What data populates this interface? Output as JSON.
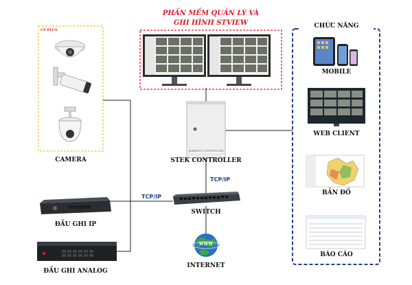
{
  "software": {
    "title_line1": "PHẦN MỀM QUẢN LÝ VÀ",
    "title_line2": "GHI HÌNH STVIEW"
  },
  "features": {
    "title": "CHỨC NĂNG",
    "items": [
      {
        "label": "MOBILE",
        "icon": "mobile-devices-icon"
      },
      {
        "label": "WEB CLIENT",
        "icon": "web-client-screen-icon"
      },
      {
        "label": "BẢN ĐỒ",
        "icon": "map-icon"
      },
      {
        "label": "BÁO CÁO",
        "icon": "report-icon"
      }
    ]
  },
  "camera_group": {
    "label": "CAMERA",
    "brand_logo": "CP PLUS"
  },
  "controller": {
    "label": "STEK CONTROLLER",
    "panel_text": "PARKING CONTROLLER"
  },
  "switch": {
    "label": "SWITCH"
  },
  "internet": {
    "label": "INTERNET",
    "globe_text": "WWW"
  },
  "recorders": [
    {
      "label": "ĐẦU GHI IP"
    },
    {
      "label": "ĐẦU GHI ANALOG"
    }
  ],
  "links": {
    "tcp_left": "TCP/IP",
    "tcp_top": "TCP/IP"
  },
  "colors": {
    "red_dashed": "#e0192b",
    "blue_dashed": "#1f3f8f",
    "yellow_dashed": "#e8c63a",
    "line": "#222222"
  }
}
